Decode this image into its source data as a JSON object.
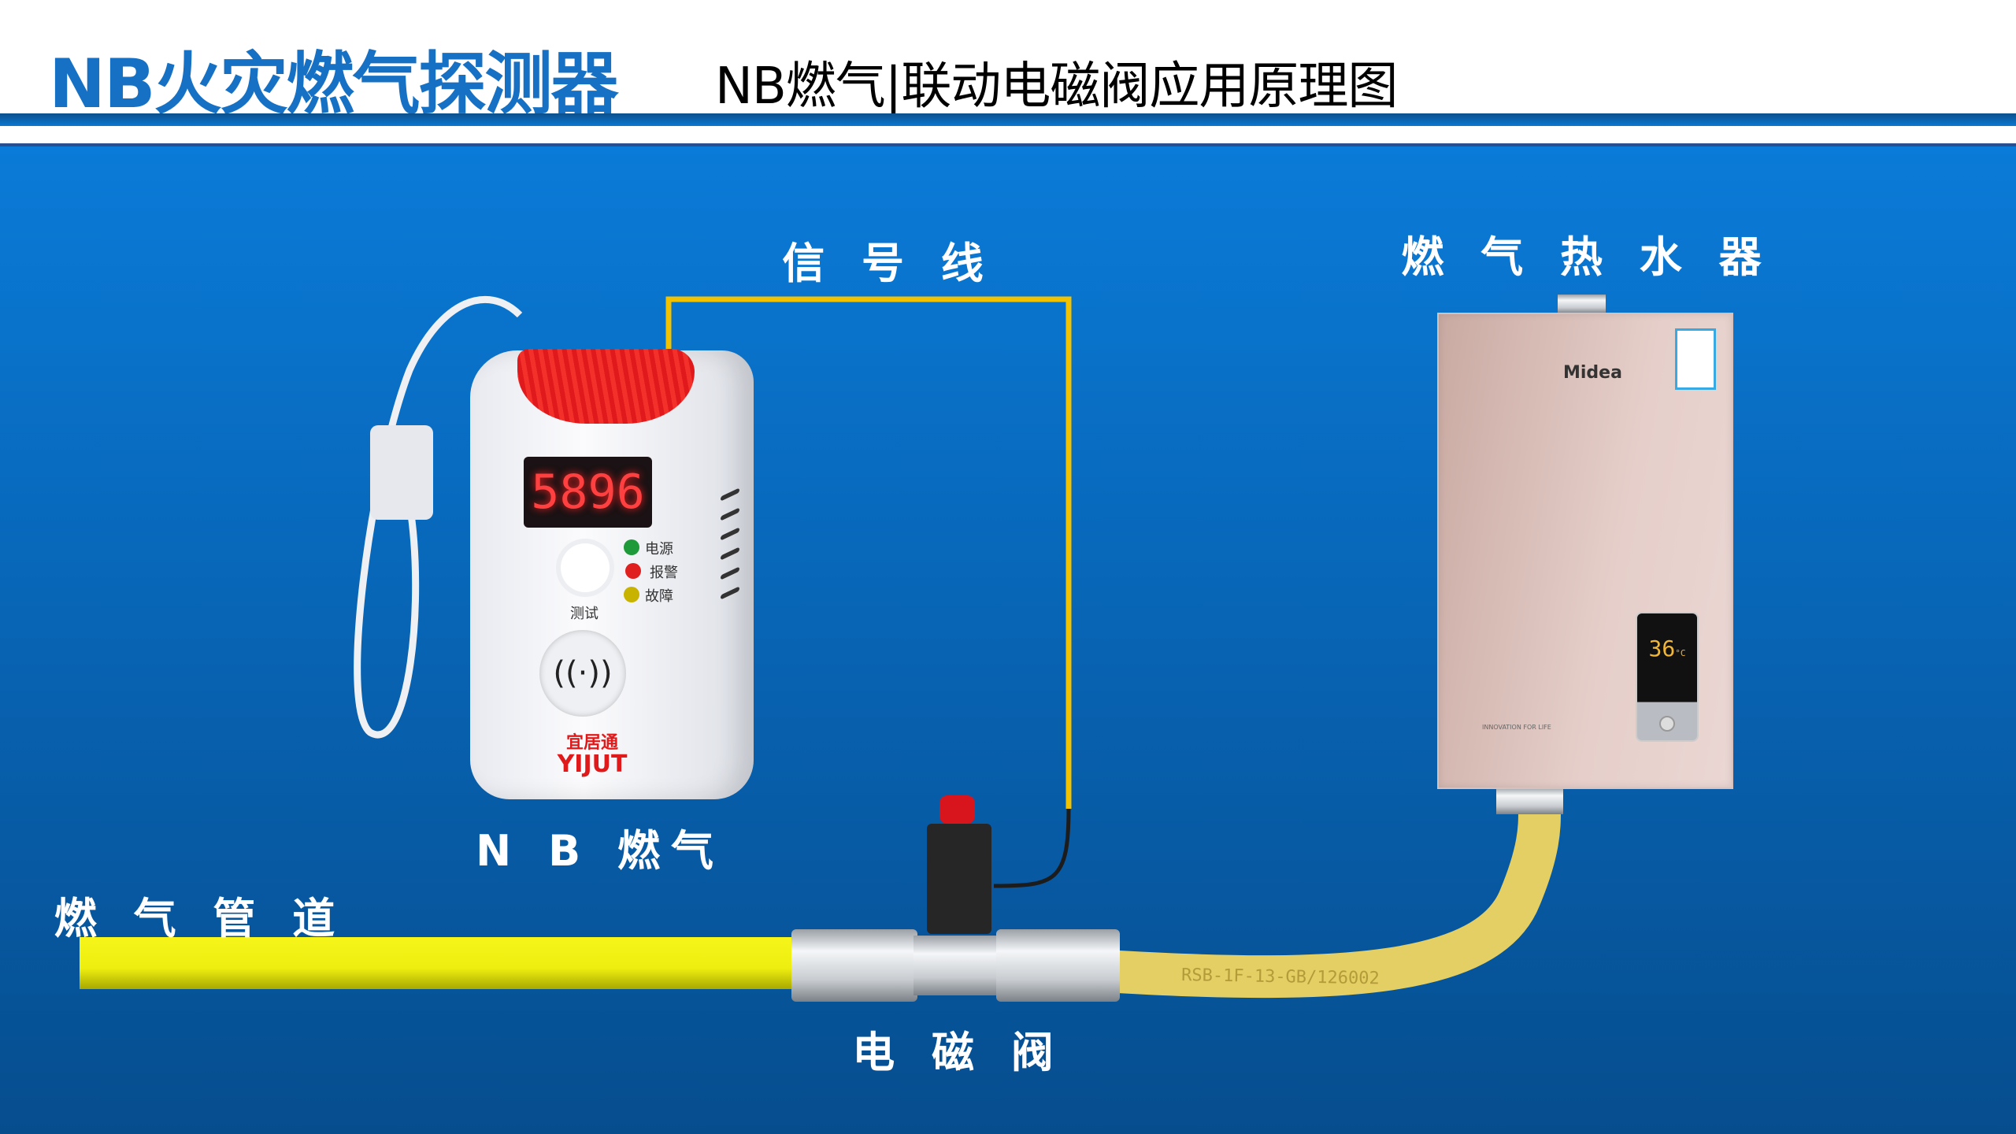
{
  "header": {
    "title": "NB火灾燃气探测器",
    "subtitle": "NB燃气|联动电磁阀应用原理图"
  },
  "labels": {
    "signal_wire": "信 号 线",
    "water_heater": "燃 气 热 水 器",
    "detector": "N B 燃气",
    "gas_pipe": "燃 气 管 道",
    "solenoid_valve": "电 磁 阀"
  },
  "detector": {
    "display": "5896",
    "test_label": "测试",
    "leds": [
      {
        "label": "电源",
        "color": "#1f9a3a"
      },
      {
        "label": "报警",
        "color": "#e0201f"
      },
      {
        "label": "故障",
        "color": "#c8b400"
      }
    ],
    "brand_cn": "宜居通",
    "brand_en": "YIJUT"
  },
  "heater": {
    "brand": "Midea",
    "temperature": "36",
    "unit": "°C",
    "slogan": "INNOVATION FOR LIFE"
  },
  "hose": {
    "print": "RSB-1F-13-GB/126002"
  },
  "colors": {
    "title": "#1670c4",
    "wire": "#f2c200",
    "pipe": "#f0ef10"
  }
}
